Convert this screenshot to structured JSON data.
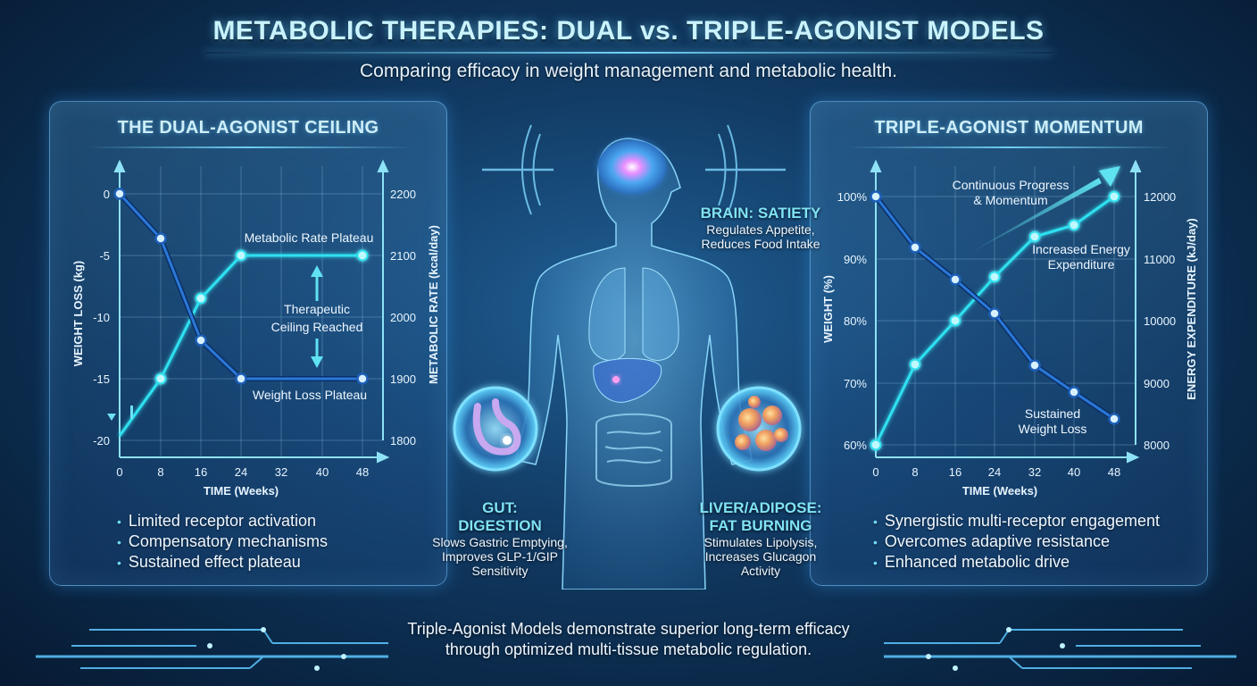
{
  "header": {
    "title": "METABOLIC THERAPIES: DUAL vs. TRIPLE-AGONIST MODELS",
    "subtitle": "Comparing efficacy in weight management and metabolic health."
  },
  "left_panel": {
    "title": "THE DUAL-AGONIST CEILING",
    "y_left_label": "WEIGHT LOSS (kg)",
    "y_right_label": "METABOLIC RATE (kcal/day)",
    "x_label": "TIME (Weeks)",
    "annotations": {
      "metabolic_plateau": "Metabolic Rate Plateau",
      "ceiling_line1": "Therapeutic",
      "ceiling_line2": "Ceiling Reached",
      "weight_plateau": "Weight Loss Plateau"
    },
    "bullets": [
      "Limited receptor activation",
      "Compensatory mechanisms",
      "Sustained effect plateau"
    ]
  },
  "right_panel": {
    "title": "TRIPLE-AGONIST MOMENTUM",
    "y_left_label": "WEIGHT (%)",
    "y_right_label": "ENERGY EXPENDITURE (kJ/day)",
    "x_label": "TIME (Weeks)",
    "annotations": {
      "momentum_line1": "Continuous Progress",
      "momentum_line2": "& Momentum",
      "energy_line1": "Increased Energy",
      "energy_line2": "Expenditure",
      "weight_line1": "Sustained",
      "weight_line2": "Weight Loss"
    },
    "bullets": [
      "Synergistic multi-receptor engagement",
      "Overcomes adaptive resistance",
      "Enhanced metabolic drive"
    ]
  },
  "center": {
    "brain": {
      "head": "BRAIN: SATIETY",
      "desc1": "Regulates Appetite,",
      "desc2": "Reduces Food Intake"
    },
    "gut": {
      "head1": "GUT:",
      "head2": "DIGESTION",
      "desc1": "Slows Gastric Emptying,",
      "desc2": "Improves GLP-1/GIP",
      "desc3": "Sensitivity"
    },
    "liver": {
      "head1": "LIVER/ADIPOSE:",
      "head2": "FAT BURNING",
      "desc1": "Stimulates Lipolysis,",
      "desc2": "Increases Glucagon",
      "desc3": "Activity"
    }
  },
  "footer": {
    "line1": "Triple-Agonist Models demonstrate superior long-term efficacy",
    "line2": "through optimized multi-tissue metabolic regulation."
  },
  "colors": {
    "weight_series": "#1d5fb8",
    "secondary_series": "#2fe0f0",
    "accent": "#7fe3f5",
    "background": "#123c66"
  },
  "chart_data": [
    {
      "type": "line",
      "title": "THE DUAL-AGONIST CEILING",
      "xlabel": "TIME (Weeks)",
      "ylabel": "WEIGHT LOSS (kg)",
      "y2label": "METABOLIC RATE (kcal/day)",
      "x_ticks": [
        0,
        8,
        16,
        24,
        32,
        40,
        48
      ],
      "y_ticks": [
        0,
        -5,
        -10,
        -15,
        -20
      ],
      "y2_ticks": [
        2200,
        2100,
        2000,
        1900,
        1800
      ],
      "ylim": [
        -20,
        0
      ],
      "y2lim": [
        1800,
        2200
      ],
      "grid": true,
      "series": [
        {
          "name": "Weight Loss (kg)",
          "axis": "left",
          "x": [
            0,
            8,
            16,
            24,
            48
          ],
          "values": [
            0,
            -3.6,
            -12,
            -15,
            -15
          ]
        },
        {
          "name": "Metabolic Rate (kcal/day)",
          "axis": "right",
          "x": [
            0,
            8,
            16,
            24,
            48
          ],
          "values": [
            1800,
            1900,
            2030,
            2100,
            2100
          ]
        }
      ],
      "annotations": [
        "Metabolic Rate Plateau",
        "Therapeutic Ceiling Reached",
        "Weight Loss Plateau"
      ]
    },
    {
      "type": "line",
      "title": "TRIPLE-AGONIST MOMENTUM",
      "xlabel": "TIME (Weeks)",
      "ylabel": "WEIGHT (%)",
      "y2label": "ENERGY EXPENDITURE (kJ/day)",
      "x_ticks": [
        0,
        8,
        16,
        24,
        32,
        40,
        48
      ],
      "y_ticks": [
        "100%",
        "90%",
        "80%",
        "70%",
        "60%"
      ],
      "y2_ticks": [
        12000,
        11000,
        10000,
        9000,
        8000
      ],
      "ylim": [
        60,
        100
      ],
      "y2lim": [
        8000,
        12000
      ],
      "grid": true,
      "series": [
        {
          "name": "Weight (%)",
          "axis": "left",
          "x": [
            0,
            8,
            16,
            24,
            32,
            40,
            48
          ],
          "values": [
            100,
            91.8,
            86.6,
            81.2,
            72.8,
            68.5,
            64.2
          ]
        },
        {
          "name": "Energy Expenditure (kJ/day)",
          "axis": "right",
          "x": [
            0,
            8,
            16,
            24,
            32,
            40,
            48
          ],
          "values": [
            8000,
            9300,
            10000,
            10700,
            11350,
            11550,
            12000
          ]
        }
      ],
      "annotations": [
        "Continuous Progress & Momentum",
        "Increased Energy Expenditure",
        "Sustained Weight Loss"
      ]
    }
  ]
}
